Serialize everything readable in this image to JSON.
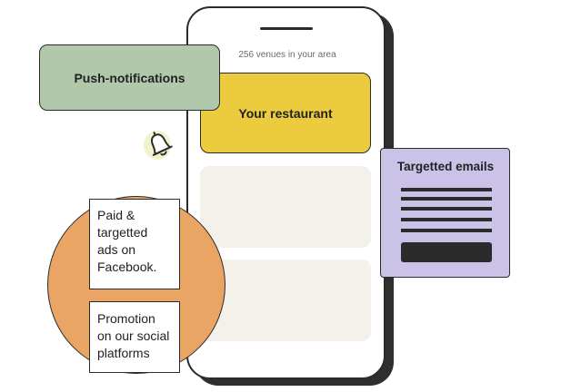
{
  "phone": {
    "venues_text": "256 venues in your area",
    "restaurant_label": "Your restaurant"
  },
  "push": {
    "label": "Push-notifications"
  },
  "emails": {
    "title": "Targetted emails"
  },
  "notes": {
    "facebook_lines": [
      "Paid &",
      "targetted",
      "ads on",
      "Facebook."
    ],
    "promotion_lines": [
      "Promotion",
      "on our social",
      "platforms"
    ]
  },
  "icons": {
    "bell": "bell-icon"
  },
  "colors": {
    "restaurant_card": "#eccc3e",
    "push_card": "#b1c8ab",
    "emails_card": "#cbc2e8",
    "circle": "#eaa565",
    "placeholder_card": "#f4f1ea",
    "outline": "#2b2b2b"
  }
}
